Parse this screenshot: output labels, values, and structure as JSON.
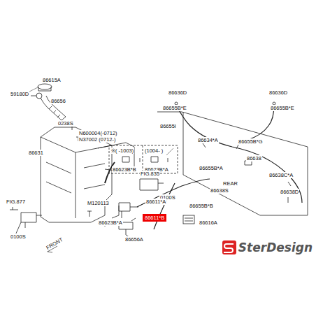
{
  "diagram": {
    "nodes": [
      {
        "text": [
          "86611*B"
        ]
      }
    ],
    "labels": [
      "86615A",
      "59180D",
      "86656",
      "0238S",
      "N600004(-0712)",
      "N37002 (0712-)",
      "※( -1003)",
      "(1004- )",
      "86623B*B",
      "86623B*A",
      "86631",
      "FIG.835",
      "0100S",
      "FIG.877",
      "M120113",
      "86623B*A",
      "86611*A",
      "0100S",
      "86656A",
      "86636D",
      "86655B*E",
      "86636D",
      "86655B*E",
      "86655I",
      "86634*A",
      "86655B*G",
      "86638",
      "86655B*A",
      "REAR",
      "86638S",
      "86638C*A",
      "86638D",
      "86655B*B",
      "86616A",
      "FRONT",
      "SterDesign"
    ]
  }
}
